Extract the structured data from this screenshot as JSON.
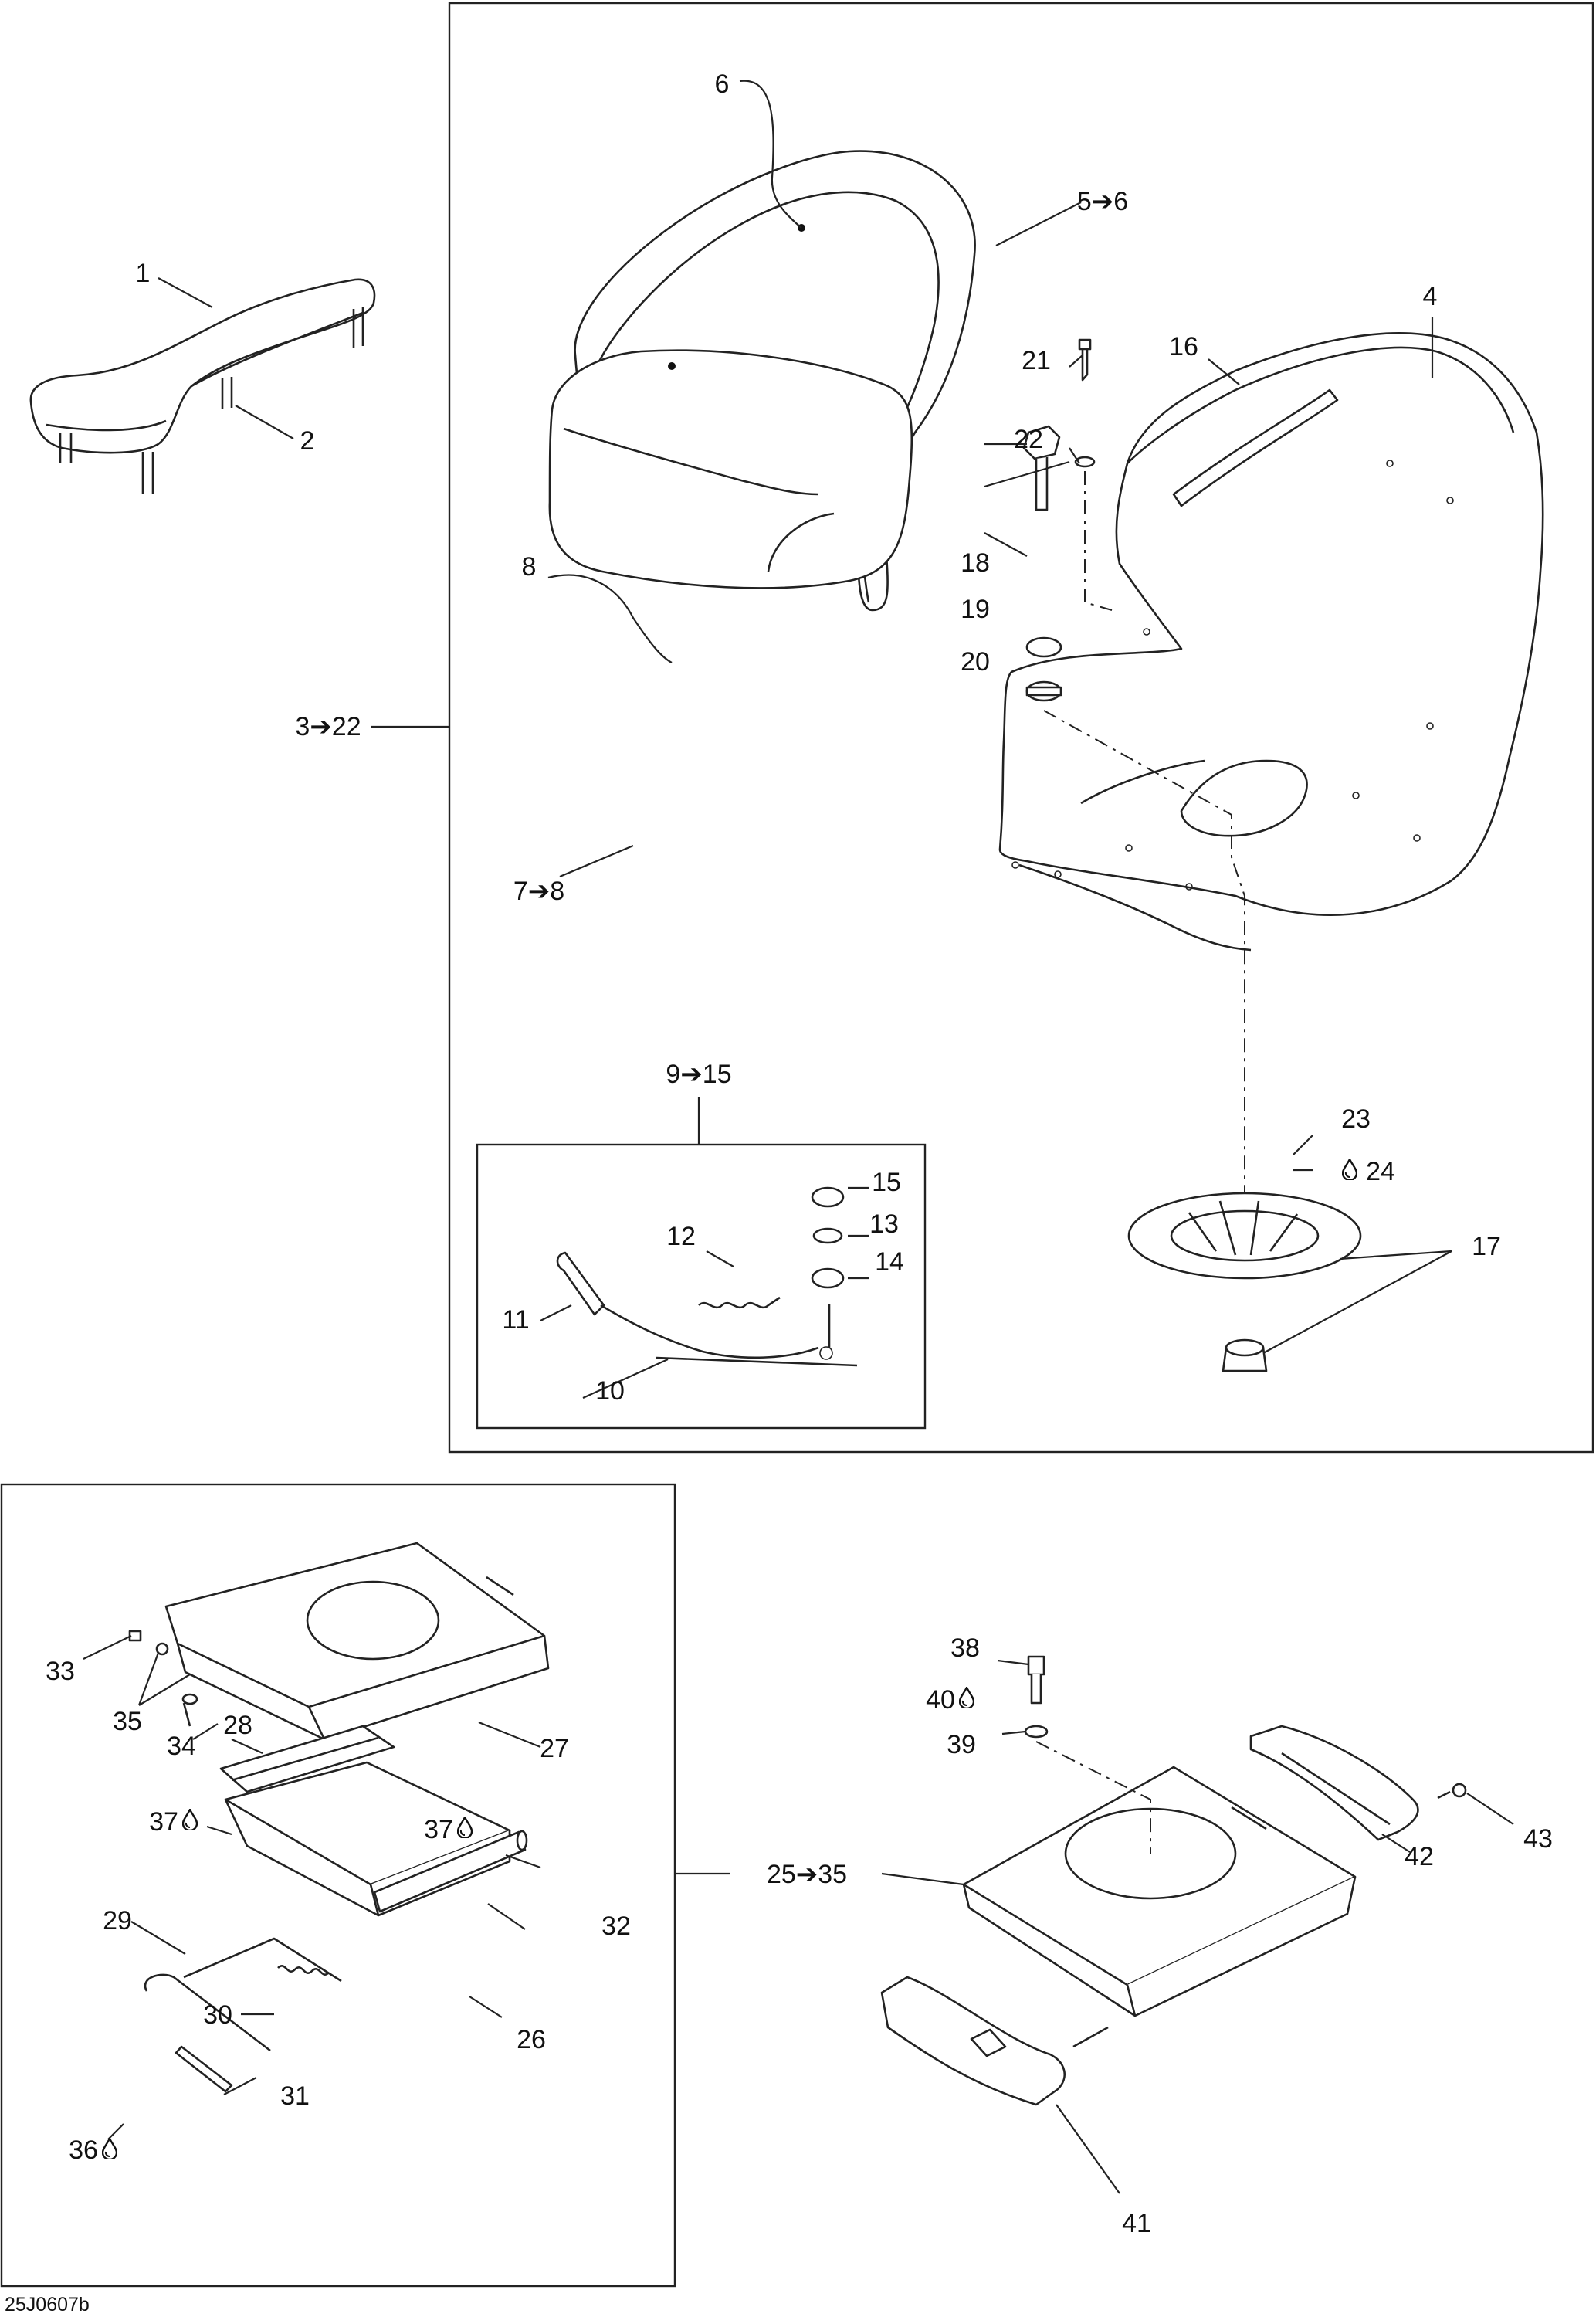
{
  "diagram": {
    "drawing_code": "25J0607b",
    "callouts": {
      "c1": "1",
      "c2": "2",
      "c3_22": "3➔22",
      "c4": "4",
      "c5_6": "5➔6",
      "c6": "6",
      "c7_8": "7➔8",
      "c8": "8",
      "c9_15": "9➔15",
      "c10": "10",
      "c11": "11",
      "c12": "12",
      "c13": "13",
      "c14": "14",
      "c15": "15",
      "c16": "16",
      "c17": "17",
      "c18": "18",
      "c19": "19",
      "c20": "20",
      "c21": "21",
      "c22": "22",
      "c23": "23",
      "c24": "24",
      "c25_35": "25➔35",
      "c26": "26",
      "c27": "27",
      "c28": "28",
      "c29": "29",
      "c30": "30",
      "c31": "31",
      "c32": "32",
      "c33": "33",
      "c34": "34",
      "c35": "35",
      "c36": "36",
      "c37a": "37",
      "c37b": "37",
      "c38": "38",
      "c39": "39",
      "c40": "40",
      "c41": "41",
      "c42": "42",
      "c43": "43"
    },
    "icons": [
      "drop-icon"
    ]
  }
}
